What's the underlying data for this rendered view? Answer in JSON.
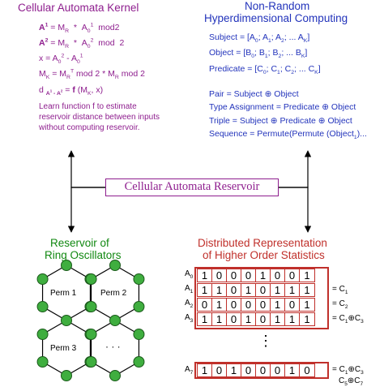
{
  "kernel": {
    "title": "Cellular Automata Kernel",
    "line1": "A¹ = M_R * A₀¹ mod2",
    "line2": "A² = M_R * A₀² mod 2",
    "line3": "x = A₀² - A₀¹",
    "line4": "M_K = M_Rᵀ mod 2 * M_R mod 2",
    "line5": "d_{A¹-A²} = f (M_K, x)",
    "desc": [
      "Learn function f to estimate",
      "reservoir distance between inputs",
      "without computing reservoir."
    ]
  },
  "hdc": {
    "title1": "Non-Random",
    "title2": "Hyperdimensional Computing",
    "subject": "Subject = [A₀; A₁; A₂; ... A_K]",
    "object": "Object = [B₀; B₁; B₂; ... B_K]",
    "predicate": "Predicate = [C₀; C₁; C₂; ... C_K]",
    "pair": "Pair = Subject ⊕ Object",
    "type": "Type Assignment = Predicate ⊕ Object",
    "triple": "Triple = Subject ⊕ Predicate ⊕ Object",
    "sequence": "Sequence = Permute(Permute (Object₁)..."
  },
  "center": "Cellular Automata Reservoir",
  "oscillators": {
    "title1": "Reservoir of",
    "title2": "Ring Oscillators",
    "perm1": "Perm 1",
    "perm2": "Perm 2",
    "perm3": "Perm 3",
    "dots": "· · ·"
  },
  "distributed": {
    "title1": "Distributed Representation",
    "title2": "of Higher Order Statistics",
    "rows": [
      {
        "label": "A₀",
        "bits": [
          "1",
          "0",
          "0",
          "0",
          "1",
          "0",
          "0",
          "1"
        ],
        "eq": ""
      },
      {
        "label": "A₁",
        "bits": [
          "1",
          "1",
          "0",
          "1",
          "0",
          "1",
          "1",
          "1"
        ],
        "eq": "= C₁"
      },
      {
        "label": "A₂",
        "bits": [
          "0",
          "1",
          "0",
          "0",
          "0",
          "1",
          "0",
          "1"
        ],
        "eq": "= C₂"
      },
      {
        "label": "A₃",
        "bits": [
          "1",
          "1",
          "0",
          "1",
          "0",
          "1",
          "1",
          "1"
        ],
        "eq": "= C₁⊕C₃"
      },
      {
        "label": "A₇",
        "bits": [
          "1",
          "0",
          "1",
          "0",
          "0",
          "0",
          "1",
          "0"
        ],
        "eq": "= C₁⊕C₃"
      }
    ],
    "vdots": "⋮",
    "last_eq2": "C₅⊕C₇"
  },
  "colors": {
    "magenta": "#8e1e8e",
    "blue": "#2233bb",
    "green": "#118811",
    "red": "#c0302b",
    "node_fill": "#3fae3f"
  }
}
